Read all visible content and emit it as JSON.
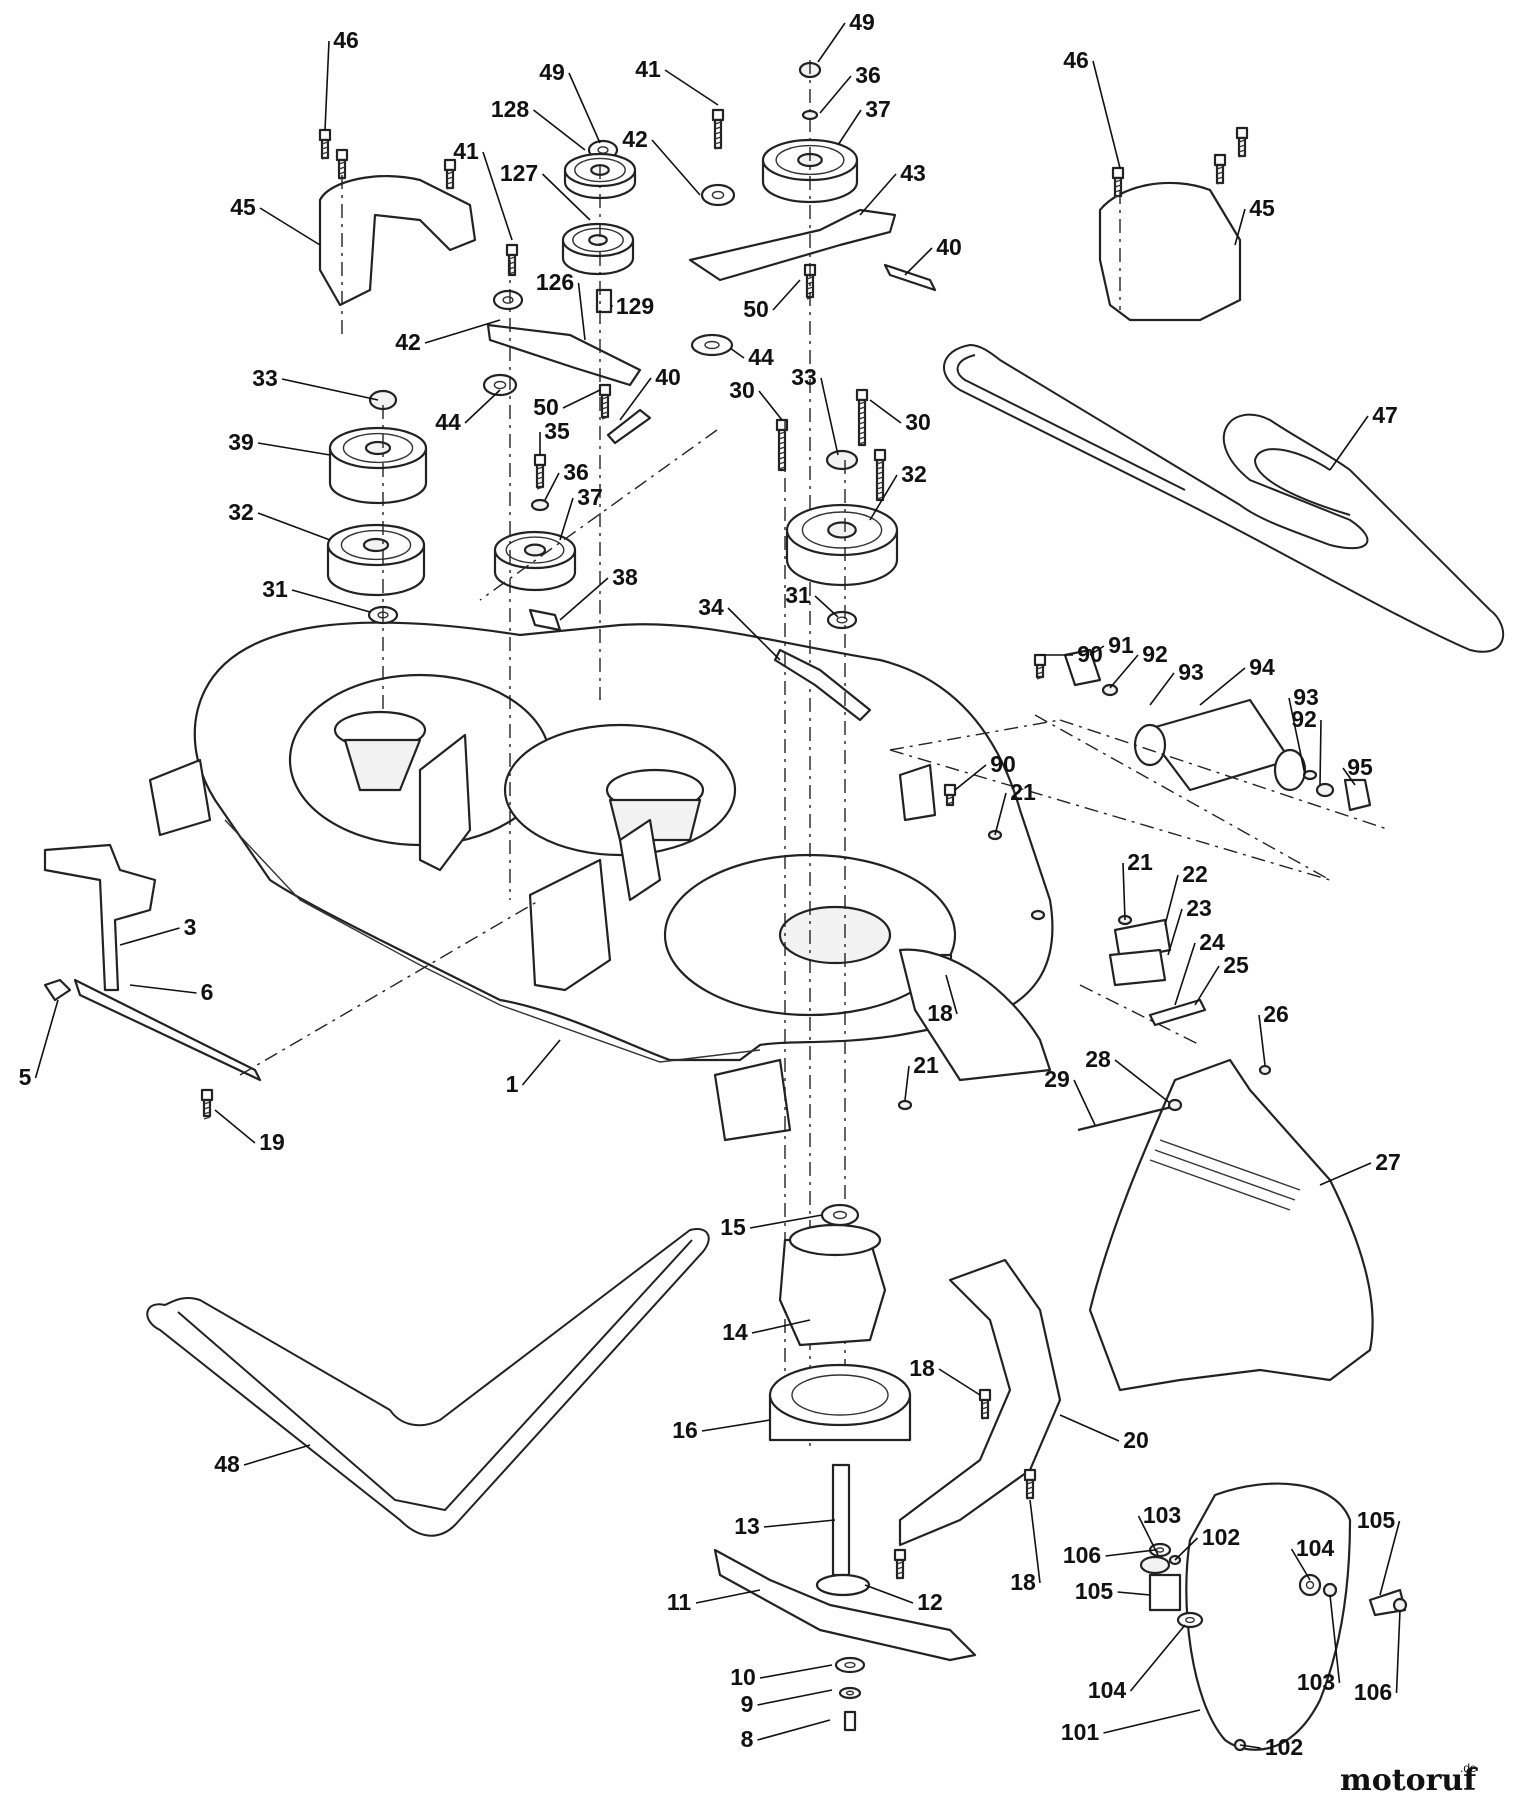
{
  "diagram": {
    "part_numbers": [
      "1",
      "3",
      "5",
      "6",
      "8",
      "9",
      "10",
      "11",
      "12",
      "13",
      "14",
      "15",
      "16",
      "18",
      "19",
      "20",
      "21",
      "22",
      "23",
      "24",
      "25",
      "26",
      "27",
      "28",
      "29",
      "30",
      "31",
      "32",
      "33",
      "34",
      "35",
      "36",
      "37",
      "38",
      "39",
      "40",
      "41",
      "42",
      "43",
      "44",
      "45",
      "46",
      "47",
      "48",
      "49",
      "50",
      "90",
      "91",
      "92",
      "93",
      "94",
      "95",
      "101",
      "102",
      "103",
      "104",
      "105",
      "106",
      "126",
      "127",
      "128",
      "129"
    ]
  },
  "watermark": {
    "text": "motoruf",
    "suffix": ".de"
  }
}
